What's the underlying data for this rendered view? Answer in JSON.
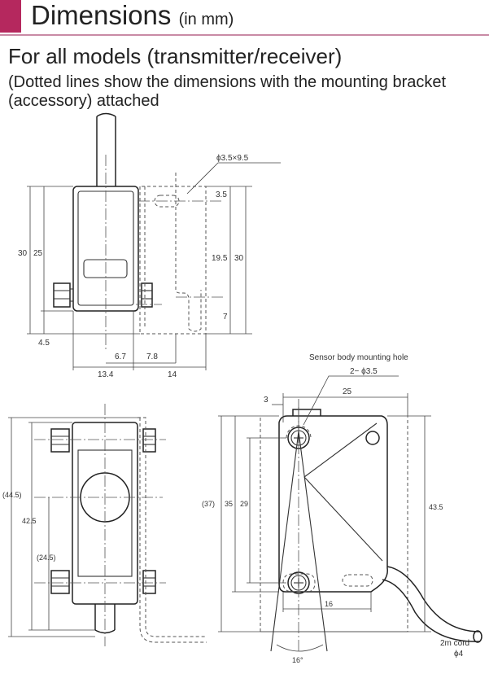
{
  "header": {
    "title": "Dimensions",
    "unit": "(in mm)",
    "accent_color": "#b5285e",
    "rule_color": "#c98aa5"
  },
  "subtitle": "For all models (transmitter/receiver)",
  "note": "(Dotted lines show the dimensions with the mounting bracket (accessory) attached",
  "top_view": {
    "hole_callout": "ϕ3.5×9.5",
    "d_3_5": "3.5",
    "d_19_5": "19.5",
    "d_30_right": "30",
    "d_7": "7",
    "d_30_left": "30",
    "d_25": "25",
    "d_4_5": "4.5",
    "d_6_7": "6.7",
    "d_7_8": "7.8",
    "d_13_4": "13.4",
    "d_14": "14"
  },
  "front_view": {
    "d_44_5": "(44.5)",
    "d_42_5": "42.5",
    "d_24_5": "(24.5)"
  },
  "side_view": {
    "hole_title": "Sensor body mounting hole",
    "hole_spec": "2− ϕ3.5",
    "d_3": "3",
    "d_25": "25",
    "d_37": "(37)",
    "d_35": "35",
    "d_29": "29",
    "d_43_5": "43.5",
    "d_16": "16",
    "angle": "16°",
    "cord_length": "2m cord",
    "cord_dia": "ϕ4"
  }
}
